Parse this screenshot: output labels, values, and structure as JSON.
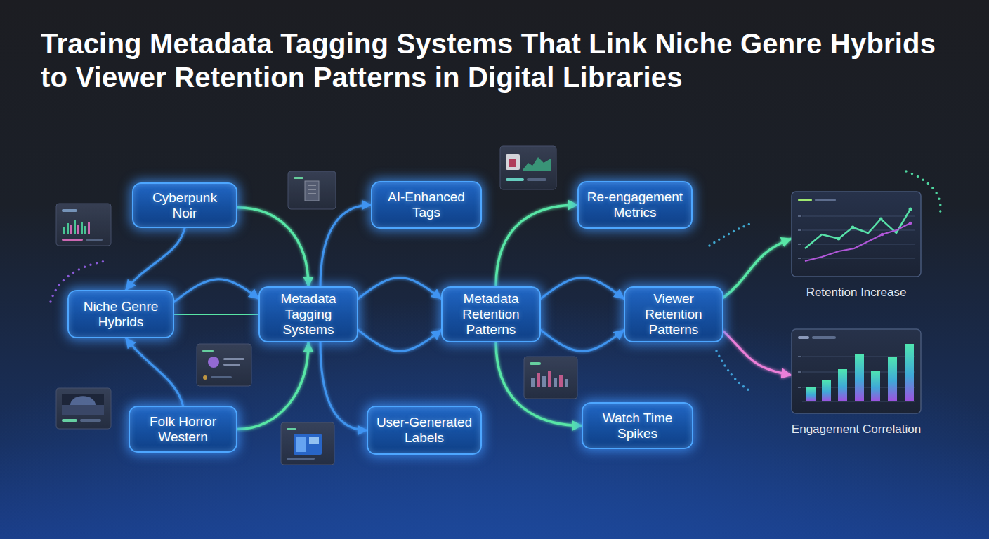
{
  "diagram": {
    "title": "Tracing Metadata Tagging Systems That Link Niche Genre Hybrids to Viewer Retention Patterns in Digital Libraries",
    "nodes": [
      {
        "text": [
          "Cyberpunk Noir"
        ]
      },
      {
        "text": [
          "Niche Genre Hybrids"
        ]
      },
      {
        "text": [
          "Folk Horror Western"
        ]
      },
      {
        "text": [
          "Metadata Tagging Systems"
        ]
      },
      {
        "text": [
          "AI-Enhanced Tags"
        ]
      },
      {
        "text": [
          "User-Generated Labels"
        ]
      },
      {
        "text": [
          "Metadata Retention Patterns"
        ]
      },
      {
        "text": [
          "Re-engagement Metrics"
        ]
      },
      {
        "text": [
          "Watch Time Spikes"
        ]
      },
      {
        "text": [
          "Viewer Retention Patterns"
        ]
      },
      {
        "text": [
          "Retention Increase"
        ]
      },
      {
        "text": [
          "Engagement Correlation"
        ]
      }
    ],
    "edges": [
      {
        "from": 0,
        "to": 1,
        "arrow": "to"
      },
      {
        "from": 2,
        "to": 1,
        "arrow": "to"
      },
      {
        "from": 0,
        "to": 3,
        "arrow": "to"
      },
      {
        "from": 2,
        "to": 3,
        "arrow": "to"
      },
      {
        "from": 1,
        "to": 3,
        "arrow": "to"
      },
      {
        "from": 1,
        "to": 3,
        "arrow": "to"
      },
      {
        "from": 3,
        "to": 4,
        "arrow": "to"
      },
      {
        "from": 3,
        "to": 5,
        "arrow": "to"
      },
      {
        "from": 3,
        "to": 6,
        "arrow": "to"
      },
      {
        "from": 3,
        "to": 6,
        "arrow": "to"
      },
      {
        "from": 3,
        "to": 6,
        "arrow": "to"
      },
      {
        "from": 6,
        "to": 7,
        "arrow": "to"
      },
      {
        "from": 6,
        "to": 8,
        "arrow": "to"
      },
      {
        "from": 6,
        "to": 9,
        "arrow": "to"
      },
      {
        "from": 6,
        "to": 9,
        "arrow": "to"
      },
      {
        "from": 6,
        "to": 9,
        "arrow": "to"
      },
      {
        "from": 9,
        "to": 10,
        "arrow": "to"
      },
      {
        "from": 9,
        "to": 11,
        "arrow": "to"
      }
    ]
  }
}
